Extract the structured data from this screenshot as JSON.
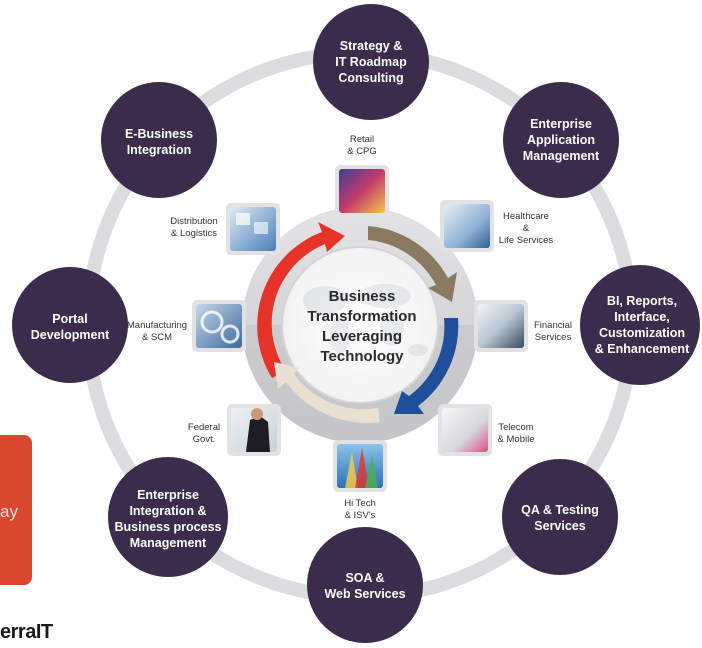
{
  "center": {
    "lines": [
      "Business",
      "Transformation",
      "Leveraging",
      "Technology"
    ]
  },
  "services": [
    {
      "id": "strategy",
      "lines": [
        "Strategy &",
        "IT Roadmap",
        "Consulting"
      ]
    },
    {
      "id": "enterprise-app",
      "lines": [
        "Enterprise",
        "Application",
        "Management"
      ]
    },
    {
      "id": "bi-reports",
      "lines": [
        "BI, Reports,",
        "Interface,",
        "Customization",
        "& Enhancement"
      ]
    },
    {
      "id": "qa-testing",
      "lines": [
        "QA & Testing",
        "Services"
      ]
    },
    {
      "id": "soa",
      "lines": [
        "SOA &",
        "Web Services"
      ]
    },
    {
      "id": "enterprise-integration",
      "lines": [
        "Enterprise",
        "Integration &",
        "Business process",
        "Management"
      ]
    },
    {
      "id": "portal",
      "lines": [
        "Portal",
        "Development"
      ]
    },
    {
      "id": "ebusiness",
      "lines": [
        "E-Business",
        "Integration"
      ]
    }
  ],
  "industries": [
    {
      "id": "retail",
      "lines": [
        "Retail",
        "& CPG"
      ]
    },
    {
      "id": "healthcare",
      "lines": [
        "Healthcare",
        "&",
        "Life Services"
      ]
    },
    {
      "id": "financial",
      "lines": [
        "Financial",
        "Services"
      ]
    },
    {
      "id": "telecom",
      "lines": [
        "Telecom",
        "& Mobile"
      ]
    },
    {
      "id": "hitech",
      "lines": [
        "Hi Tech",
        "& ISV's"
      ]
    },
    {
      "id": "federal",
      "lines": [
        "Federal",
        "Govt."
      ]
    },
    {
      "id": "manufacturing",
      "lines": [
        "Manufacturing",
        "& SCM"
      ]
    },
    {
      "id": "distribution",
      "lines": [
        "Distribution",
        "& Logistics"
      ]
    }
  ],
  "side_box": {
    "text": "ay"
  },
  "brand": {
    "text": "erraIT"
  },
  "colors": {
    "service_circle": "#3b2c4c",
    "outer_ring": "#dcdcde",
    "arrow_red": "#e5332a",
    "arrow_brown": "#8a7a62",
    "arrow_blue": "#1f4e9a",
    "arrow_beige": "#e9e0d2",
    "side_box": "#d9482e"
  }
}
